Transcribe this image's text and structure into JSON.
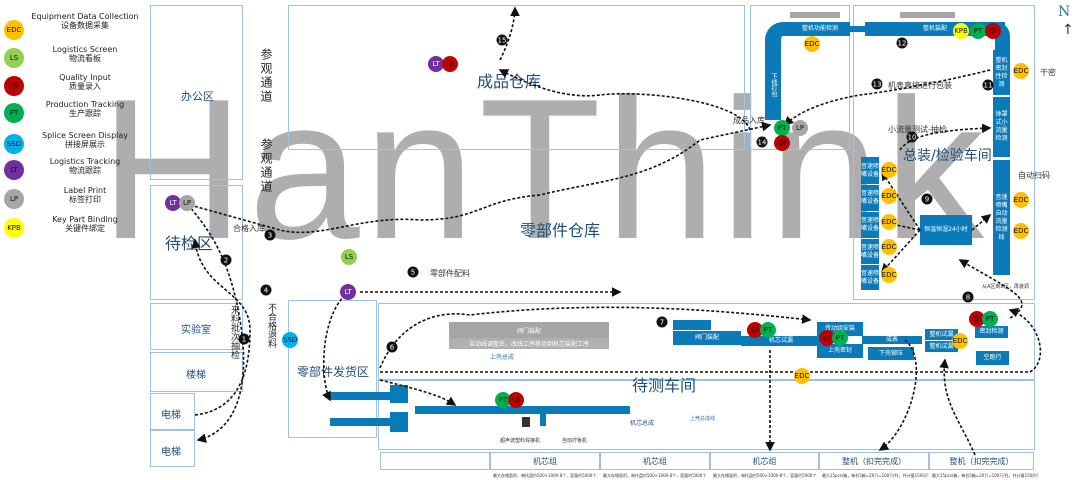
{
  "legend": [
    {
      "code": "EDC",
      "en": "Equipment Data Collection",
      "zh": "设备数据采集",
      "color": "#ffc000"
    },
    {
      "code": "LS",
      "en": "Logistics Screen",
      "zh": "物流看板",
      "color": "#92d050"
    },
    {
      "code": "QI",
      "en": "Quality Input",
      "zh": "质量录入",
      "color": "#c00000"
    },
    {
      "code": "PT",
      "en": "Production Tracking",
      "zh": "生产跟踪",
      "color": "#00b050"
    },
    {
      "code": "SSD",
      "en": "Splice Screen Display",
      "zh": "拼接屏展示",
      "color": "#00b0f0"
    },
    {
      "code": "LT",
      "en": "Logistics Tracking",
      "zh": "物流跟踪",
      "color": "#7030a0"
    },
    {
      "code": "LP",
      "en": "Label Print",
      "zh": "标签打印",
      "color": "#a6a6a6"
    },
    {
      "code": "KPB",
      "en": "Key Part Binding",
      "zh": "关键件绑定",
      "color": "#ffff00"
    }
  ],
  "watermark": "HanThink",
  "compass": "N",
  "areas": {
    "office": "办公区",
    "visit1": "参观通道",
    "visit2": "参观通道",
    "inspect": "待检区",
    "lab": "实验室",
    "stairs": "楼梯",
    "elevator1": "电梯",
    "elevator2": "电梯",
    "incoming": "来料批次抽检",
    "reject": "不合格退料",
    "finished": "成品仓库",
    "parts": "零部件仓库",
    "dispatch": "零部件发货区",
    "test": "待测车间",
    "assembly": "总装/检验车间"
  },
  "flows": {
    "qualified": "合格入库",
    "parts_pick": "零部件配料",
    "finished_in": "成品入库",
    "pack_direct": "机表直接进行包装",
    "small_flow": "小流量测试-抽检",
    "auto_scan": "自动扫码",
    "airtight": "干密",
    "from_line": "从A区到B区，再装调"
  },
  "lines": {
    "func_test": "整机功能检测",
    "packing": "下线打包",
    "assembly": "整机装配",
    "seal_test": "整机密封性检测",
    "bell_test": "钟罩式小流量检测",
    "sonic_line": "音速喷嘴自动流量检测线",
    "sonic_dev": "音速喷嘴设备",
    "const_temp": "恒温恒湿24小时",
    "valve1": "阀门装配",
    "valve2": "阀门装配",
    "auto_line": "自动线调整后，改线工序移动到机芯装配工序",
    "feed": "上壳总成",
    "drive": "传动组安装",
    "upper_seal": "上壳密封",
    "lower_press": "下壳铆压",
    "core_test": "机芯试漏",
    "finish": "成表",
    "mech_test1": "整机试漏",
    "mech_test2": "整机试漏",
    "air_seal": "密封检测",
    "empty_run": "空跑行",
    "core_asm": "机芯总成",
    "ultra_weld": "超声波塑料焊接机",
    "auto_plate": "自动拧板机",
    "upper_line": "上壳总成线",
    "sub1": "上壳总成"
  },
  "bottom_cells": [
    "",
    "机芯组",
    "机芯组",
    "机芯组",
    "整机（扣完完成）",
    "整机（扣完完成）"
  ],
  "bottom_notes": [
    "最大存储面积，每托盘约500×1000-8个，容量约5000个",
    "最大存储面积，每托盘约500×1000-8个，容量约5000个",
    "最大存储面积，每托盘约500×1000-8个，容量约5000个",
    "最大15pcs/箱，每台5箱=20只=100只/托，共计量1500只",
    "最大15pcs/箱，每台5箱=20只=100只/托，共计量1500只"
  ],
  "steps": [
    "1",
    "2",
    "3",
    "4",
    "5",
    "6",
    "7",
    "8",
    "9",
    "10",
    "11",
    "12",
    "13",
    "14",
    "15"
  ]
}
